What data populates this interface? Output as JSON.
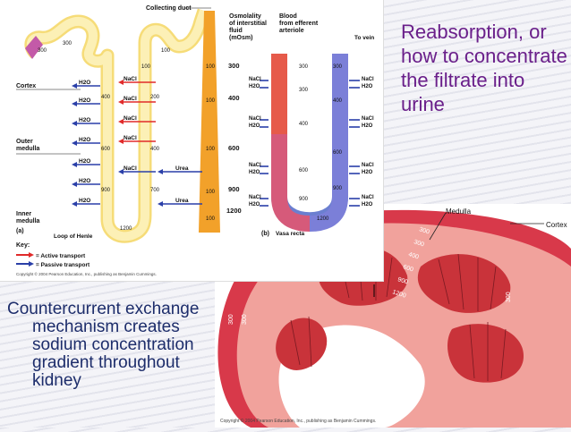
{
  "slide": {
    "title": "Reabsorption, or how to concentrate the filtrate into urine",
    "body": "Countercurrent exchange mechanism creates sodium concentration gradient throughout kidney"
  },
  "nephron_figure": {
    "collecting_duct_label": "Collecting duct",
    "osmolality_label": [
      "Osmolality",
      "of interstitial",
      "fluid",
      "(mOsm)"
    ],
    "blood_label": [
      "Blood",
      "from efferent",
      "arteriole"
    ],
    "to_vein": "To vein",
    "zones": {
      "cortex": "Cortex",
      "outer_medulla": [
        "Outer",
        "medulla"
      ],
      "inner_medulla": [
        "Inner",
        "medulla"
      ]
    },
    "panel_a": "(a)",
    "panel_b": "(b)",
    "loop_label": "Loop of Henle",
    "vasa_recta_label": "Vasa recta",
    "key_title": "Key:",
    "key_active": "= Active transport",
    "key_passive": "= Passive transport",
    "copyright": "Copyright © 2004 Pearson Education, Inc., publishing as Benjamin Cummings.",
    "osmolality_scale": [
      "300",
      "400",
      "600",
      "900",
      "1200"
    ],
    "loop_values": [
      "300",
      "300",
      "100",
      "100",
      "400",
      "200",
      "600",
      "400",
      "900",
      "700",
      "1200"
    ],
    "duct_values": [
      "100",
      "100",
      "100",
      "100",
      "100"
    ],
    "vasa_values": [
      "300",
      "300",
      "300",
      "400",
      "400",
      "600",
      "600",
      "900",
      "900",
      "1200"
    ],
    "solutes": {
      "nacl": "NaCl",
      "h2o": "H2O",
      "urea": "Urea"
    },
    "colors": {
      "active": "#e02a2a",
      "passive": "#2a3fa8",
      "tubule": "#fbe89a",
      "duct": "#f2a12a"
    }
  },
  "kidney_figure": {
    "medulla_label": "Medulla",
    "cortex_label": "Cortex",
    "gradient_values": [
      "300",
      "300",
      "400",
      "600",
      "900",
      "1200"
    ],
    "copyright": "Copyright © 2004 Pearson Education, Inc., publishing as Benjamin Cummings."
  }
}
